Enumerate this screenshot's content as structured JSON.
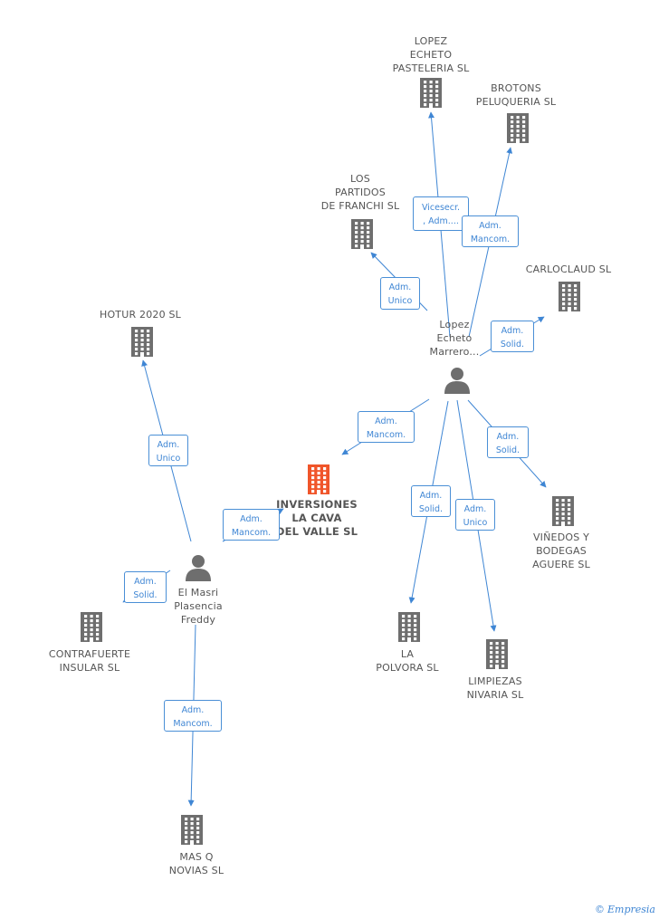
{
  "nodes": [
    {
      "id": "lopez_echeto_pasteleria",
      "type": "company",
      "label": "LOPEZ\nECHETO\nPASTELERIA SL"
    },
    {
      "id": "brotons",
      "type": "company",
      "label": "BROTONS\nPELUQUERIA SL"
    },
    {
      "id": "los_partidos",
      "type": "company",
      "label": "LOS\nPARTIDOS\nDE FRANCHI SL"
    },
    {
      "id": "carloclaud",
      "type": "company",
      "label": "CARLOCLAUD SL"
    },
    {
      "id": "hotur",
      "type": "company",
      "label": "HOTUR 2020 SL"
    },
    {
      "id": "inversiones",
      "type": "company",
      "label": "INVERSIONES\nLA CAVA\nDEL VALLE SL",
      "highlight": true
    },
    {
      "id": "vinedos",
      "type": "company",
      "label": "VIÑEDOS Y\nBODEGAS\nAGUERE SL"
    },
    {
      "id": "contrafuerte",
      "type": "company",
      "label": "CONTRAFUERTE\nINSULAR SL"
    },
    {
      "id": "la_polvora",
      "type": "company",
      "label": "LA\nPOLVORA SL"
    },
    {
      "id": "limpiezas",
      "type": "company",
      "label": "LIMPIEZAS\nNIVARIA  SL"
    },
    {
      "id": "mas_q",
      "type": "company",
      "label": "MAS Q\nNOVIAS  SL"
    },
    {
      "id": "lopez_person",
      "type": "person",
      "label": "Lopez\nEcheto\nMarrero..."
    },
    {
      "id": "elmasri",
      "type": "person",
      "label": "El Masri\nPlasencia\nFreddy"
    }
  ],
  "edges": [
    {
      "from": "lopez_person",
      "to": "lopez_echeto_pasteleria",
      "role": "Vicesecr.\n, Adm...."
    },
    {
      "from": "lopez_person",
      "to": "brotons",
      "role": "Adm.\nMancom."
    },
    {
      "from": "lopez_person",
      "to": "los_partidos",
      "role": "Adm.\nUnico"
    },
    {
      "from": "lopez_person",
      "to": "carloclaud",
      "role": "Adm.\nSolid."
    },
    {
      "from": "lopez_person",
      "to": "inversiones",
      "role": "Adm.\nMancom."
    },
    {
      "from": "lopez_person",
      "to": "vinedos",
      "role": "Adm.\nSolid."
    },
    {
      "from": "lopez_person",
      "to": "la_polvora",
      "role": "Adm.\nSolid."
    },
    {
      "from": "lopez_person",
      "to": "limpiezas",
      "role": "Adm.\nUnico"
    },
    {
      "from": "elmasri",
      "to": "hotur",
      "role": "Adm.\nUnico"
    },
    {
      "from": "elmasri",
      "to": "inversiones",
      "role": "Adm.\nMancom."
    },
    {
      "from": "elmasri",
      "to": "contrafuerte",
      "role": "Adm.\nSolid."
    },
    {
      "from": "elmasri",
      "to": "mas_q",
      "role": "Adm.\nMancom."
    }
  ],
  "colors": {
    "edge": "#3f86d4",
    "company": "#6e6e6e",
    "highlight": "#f0552a",
    "person": "#6e6e6e",
    "text": "#555555"
  },
  "icons": {
    "company": "building-icon",
    "person": "person-icon"
  },
  "watermark": {
    "symbol": "©",
    "text": "Empresia"
  }
}
